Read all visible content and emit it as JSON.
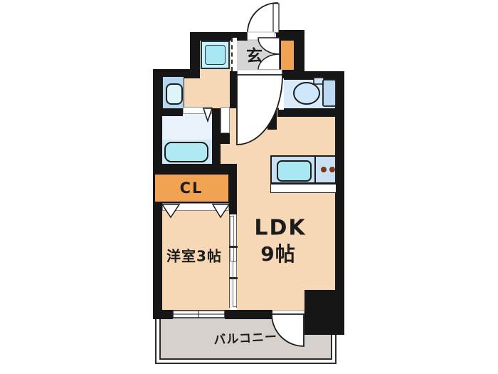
{
  "floorplan": {
    "type": "apartment-floor-plan",
    "rooms": {
      "entrance": {
        "label": "玄"
      },
      "closet": {
        "label": "CL"
      },
      "western_room": {
        "label": "洋室3帖"
      },
      "ldk": {
        "line1": "LDK",
        "line2": "9帖"
      },
      "balcony": {
        "label": "バルコニー"
      }
    },
    "colors": {
      "wall": "#161616",
      "floor_main": "#f6d8b6",
      "closet_orange": "#f1a353",
      "entrance_gray": "#d5d5d5",
      "balcony_gray": "#d6d1cc",
      "wet_area_blue": "#d9eaf8",
      "bath_upper_blue": "#e9f2fb",
      "bath_lower_blue": "#cfe9f6",
      "fixture_cyan": "#a8e8f2",
      "counter_blue": "#c9e0f2",
      "burner_brown": "#7a3a17"
    }
  }
}
